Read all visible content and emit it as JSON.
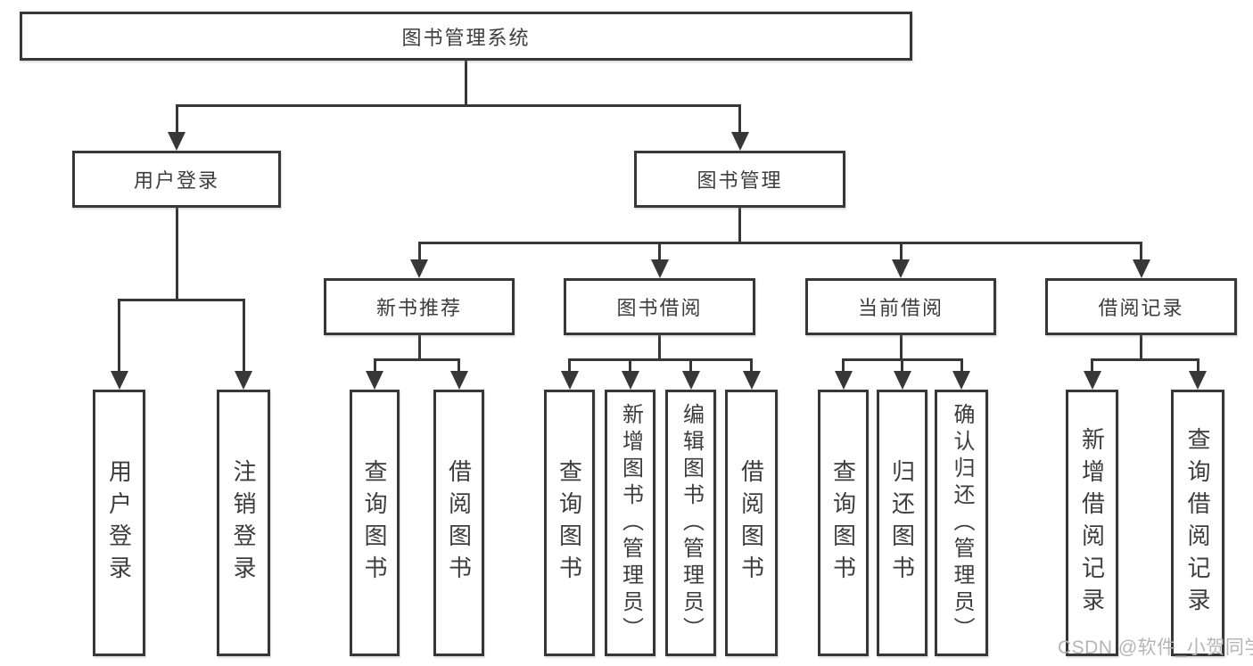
{
  "diagram": {
    "title": "图书管理系统",
    "type": "function-structure-tree"
  },
  "nodes": {
    "root": {
      "label": "图书管理系统"
    },
    "user_login_group": {
      "label": "用户登录"
    },
    "book_mgmt": {
      "label": "图书管理"
    },
    "new_book_rec": {
      "label": "新书推荐"
    },
    "book_borrow": {
      "label": "图书借阅"
    },
    "current_borrow": {
      "label": "当前借阅"
    },
    "borrow_records": {
      "label": "借阅记录"
    },
    "user_login": {
      "label": "用户登录"
    },
    "logout": {
      "label": "注销登录"
    },
    "nbr_query": {
      "label": "查询图书"
    },
    "nbr_borrow": {
      "label": "借阅图书"
    },
    "bb_query": {
      "label": "查询图书"
    },
    "bb_add": {
      "label": "新增图书（管理员）"
    },
    "bb_edit": {
      "label": "编辑图书（管理员）"
    },
    "bb_borrow": {
      "label": "借阅图书"
    },
    "cb_query": {
      "label": "查询图书"
    },
    "cb_return": {
      "label": "归还图书"
    },
    "cb_confirm": {
      "label": "确认归还（管理员）"
    },
    "br_add": {
      "label": "新增借阅记录"
    },
    "br_query": {
      "label": "查询借阅记录"
    }
  },
  "edges": [
    {
      "parent": "root",
      "children": [
        "user_login_group",
        "book_mgmt"
      ]
    },
    {
      "parent": "user_login_group",
      "children": [
        "user_login",
        "logout"
      ]
    },
    {
      "parent": "book_mgmt",
      "children": [
        "new_book_rec",
        "book_borrow",
        "current_borrow",
        "borrow_records"
      ]
    },
    {
      "parent": "new_book_rec",
      "children": [
        "nbr_query",
        "nbr_borrow"
      ]
    },
    {
      "parent": "book_borrow",
      "children": [
        "bb_query",
        "bb_add",
        "bb_edit",
        "bb_borrow"
      ]
    },
    {
      "parent": "current_borrow",
      "children": [
        "cb_query",
        "cb_return",
        "cb_confirm"
      ]
    },
    {
      "parent": "borrow_records",
      "children": [
        "br_add",
        "br_query"
      ]
    }
  ],
  "watermark": {
    "text": "CSDN @软件_小贺同学"
  },
  "colors": {
    "line": "#373737",
    "text": "#3d3d3d",
    "watermark": "#b5b5b5",
    "background": "#ffffff"
  }
}
